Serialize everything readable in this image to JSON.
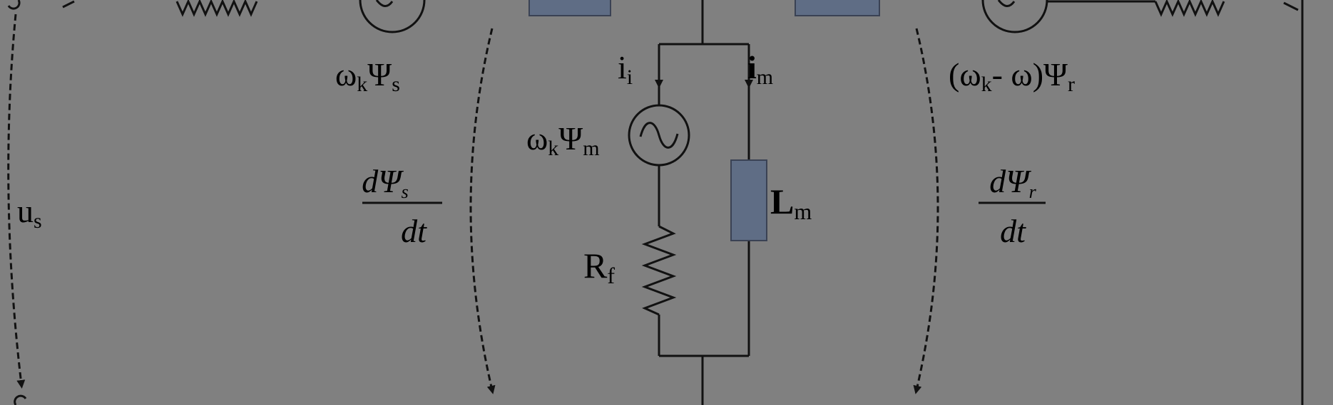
{
  "labels": {
    "us": {
      "main": "u",
      "sub": "s"
    },
    "wk_psi_s": {
      "omega": "ω",
      "k": "k",
      "psi": "Ψ",
      "sub": "s"
    },
    "dpsi_s_dt": {
      "num_d": "d",
      "num_psi": "Ψ",
      "num_sub": "s",
      "den": "dt"
    },
    "i_i": {
      "main": "i",
      "sub": "i"
    },
    "i_m": {
      "main": "i",
      "sub": "m"
    },
    "wk_psi_m": {
      "omega": "ω",
      "k": "k",
      "psi": "Ψ",
      "sub": "m"
    },
    "R_f": {
      "main": "R",
      "sub": "f"
    },
    "L_m": {
      "main": "L",
      "sub": "m"
    },
    "wk_minus_w_psi_r": {
      "open": "(ω",
      "k": "k",
      "rest": "- ω)Ψ",
      "sub": "r"
    },
    "dpsi_r_dt": {
      "num_d": "d",
      "num_psi": "Ψ",
      "num_sub": "r",
      "den": "dt"
    }
  },
  "colors": {
    "background": "#808080",
    "ink": "#111111",
    "component": "#5f6d85"
  }
}
